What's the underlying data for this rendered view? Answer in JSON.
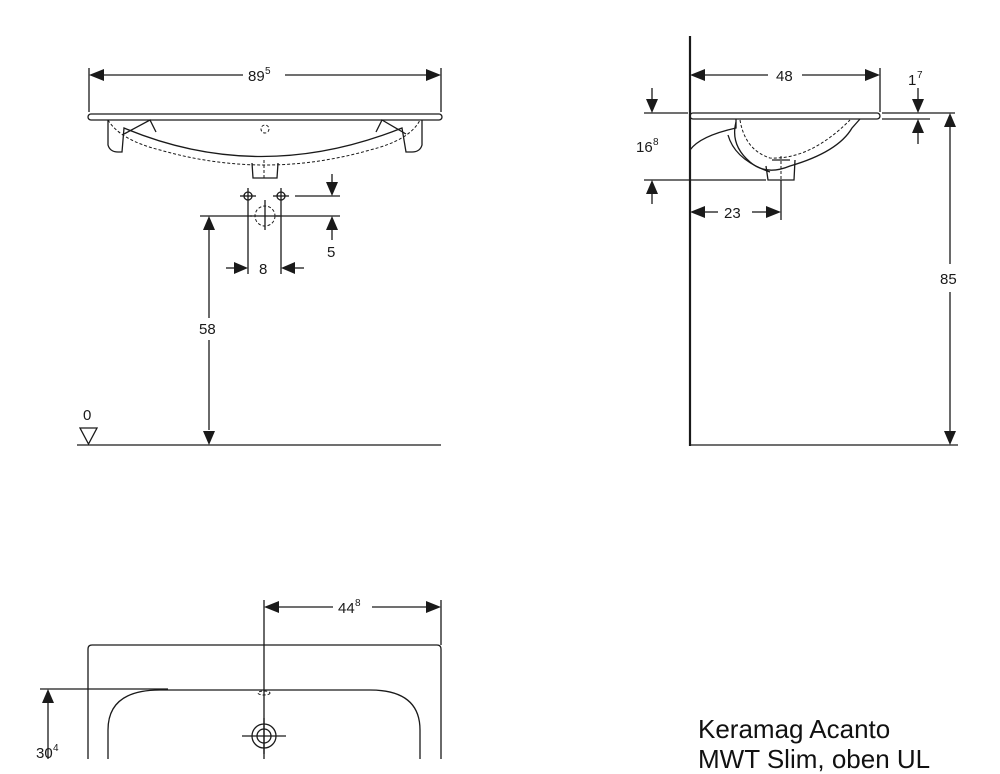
{
  "front_view": {
    "width_dim": "89",
    "width_dim_sup": "5",
    "tap_offset_dim": "5",
    "tap_spacing_dim": "8",
    "height_dim": "58",
    "floor_level": "0"
  },
  "side_view": {
    "depth_dim": "48",
    "rim_thickness_dim": "1",
    "rim_thickness_dim_sup": "7",
    "bowl_depth_dim": "16",
    "bowl_depth_dim_sup": "8",
    "drain_offset_dim": "23",
    "total_height_dim": "85"
  },
  "top_view": {
    "half_width_dim": "44",
    "half_width_dim_sup": "8",
    "tap_from_back_dim": "30",
    "tap_from_back_dim_sup": "4"
  },
  "caption": {
    "line1": "Keramag Acanto",
    "line2": "MWT Slim, oben UL"
  }
}
